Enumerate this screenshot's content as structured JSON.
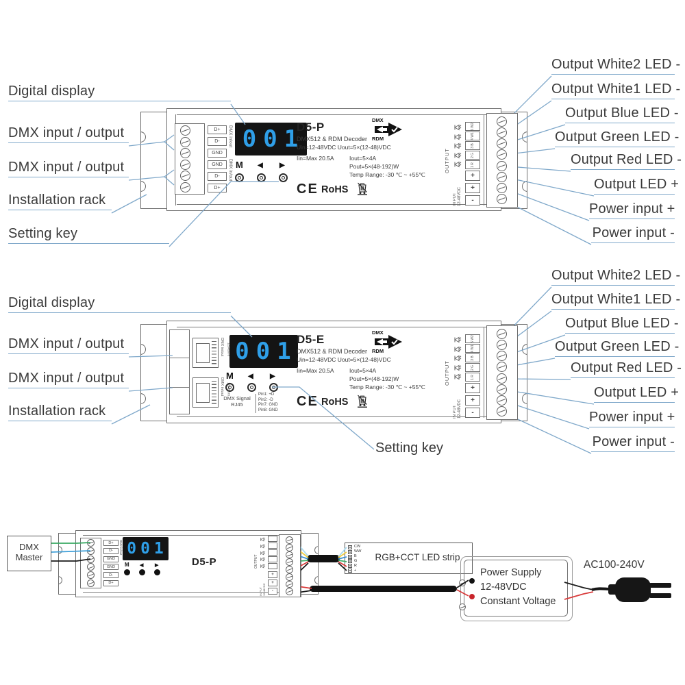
{
  "colors": {
    "leader_line": "#7fa8ca",
    "display_digits": "#2f9fe8",
    "display_bg": "#141414",
    "wire_green": "#3aa963",
    "wire_blue": "#3f9fd8",
    "wire_cw": "#aedcf0",
    "wire_ww": "#f2cf45",
    "wire_b": "#3a8fd0",
    "wire_g": "#3fae68",
    "wire_r": "#d93a3a",
    "wire_black": "#1a1a1a"
  },
  "callouts": {
    "left": [
      "Digital display",
      "DMX input / output",
      "DMX input / output",
      "Installation rack"
    ],
    "setting_key": "Setting key",
    "right": [
      "Output White2 LED -",
      "Output White1 LED -",
      "Output Blue LED -",
      "Output Green LED -",
      "Output Red LED -",
      "Output LED +",
      "Power input +",
      "Power input -"
    ]
  },
  "device_common": {
    "display_value": "001",
    "btn_m": "M",
    "btn_prev": "◀",
    "btn_next": "▶",
    "subtitle": "DMX512 & RDM Decoder",
    "spec_uin": "Uin=12-48VDC Uout=5×(12-48)VDC",
    "spec_iin": "Iin=Max 20.5A",
    "spec_iout": "Iout=5×4A",
    "spec_pout": "Pout=5×(48-192)W",
    "spec_temp": "Temp Range: -30 ℃ ~ +55℃",
    "ce": "CE",
    "rohs": "RoHS",
    "logo_dmx": "DMX",
    "logo_rdm": "RDM",
    "output_label": "OUTPUT",
    "input_label_1": "IN PUT",
    "input_label_2": "12-48VDC",
    "channel_labels": [
      "5 W2",
      "4 W1",
      "3 B",
      "2 G",
      "1 R"
    ],
    "input_terminals": [
      "+",
      "+",
      "-"
    ],
    "dmx_side_text": "DMX in/out"
  },
  "device_top": {
    "model": "D5-P",
    "dmx_terminals": [
      "D+",
      "D-",
      "GND",
      "GND",
      "D-",
      "D+"
    ]
  },
  "device_mid": {
    "model": "D5-E",
    "rj45_label_1": "DMX Signal",
    "rj45_label_2": "RJ45",
    "rj45_side_text": "DMX in/out",
    "rj45_pin_numbers": "12345678",
    "pins": [
      "Pin1: +D",
      "Pin2: -D",
      "Pin7: GND",
      "Pin8: GND"
    ]
  },
  "wiring": {
    "dmx_master_1": "DMX",
    "dmx_master_2": "Master",
    "model": "D5-P",
    "display_value": "001",
    "btn_m": "M",
    "btn_prev": "◀",
    "btn_next": "▶",
    "dmx_terminals": [
      "D+",
      "D-",
      "GND",
      "GND",
      "D-",
      "D+"
    ],
    "input_terminals": [
      "+",
      "+",
      "-"
    ],
    "led_strip_title": "RGB+CCT LED strip",
    "led_strip_pins": [
      "CW",
      "WW",
      "B",
      "G",
      "R",
      "+"
    ],
    "psu_lines": [
      "Power Supply",
      "12-48VDC",
      "Constant Voltage"
    ],
    "ac_label": "AC100-240V"
  }
}
